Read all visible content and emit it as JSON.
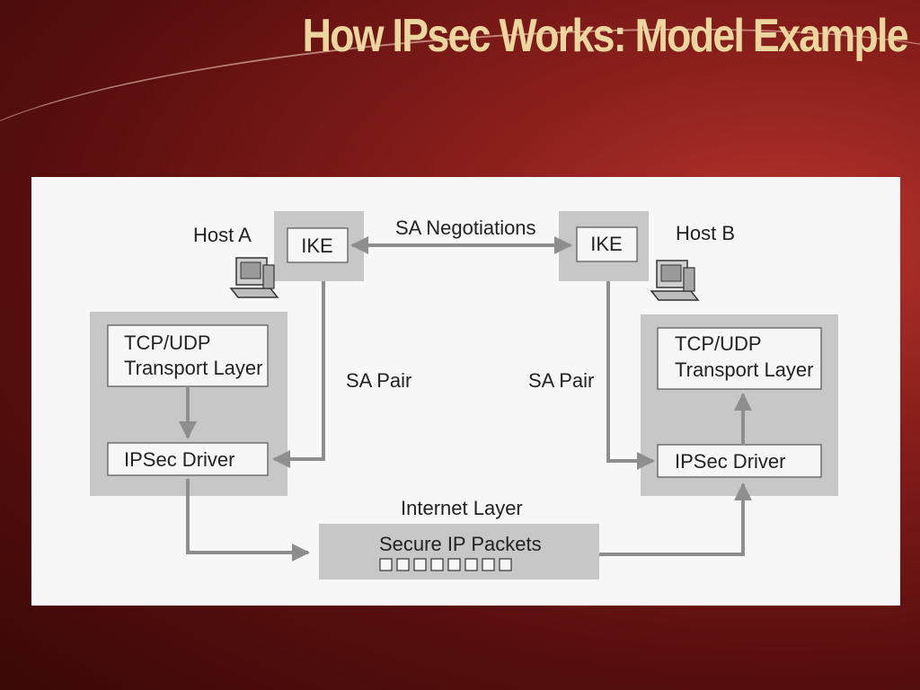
{
  "slide": {
    "title": "How IPsec Works: Model Example"
  },
  "diagram": {
    "host_a": {
      "label": "Host A",
      "ike": "IKE",
      "transport": [
        "TCP/UDP",
        "Transport Layer"
      ],
      "driver": "IPSec Driver"
    },
    "host_b": {
      "label": "Host B",
      "ike": "IKE",
      "transport": [
        "TCP/UDP",
        "Transport Layer"
      ],
      "driver": "IPSec Driver"
    },
    "sa_negotiations": "SA Negotiations",
    "sa_pair_left": "SA Pair",
    "sa_pair_right": "SA Pair",
    "internet_layer": "Internet Layer",
    "secure_packets": "Secure IP Packets",
    "packet_count": 8,
    "icons": [
      "computer-icon"
    ],
    "colors": {
      "box_shadow": "#c7c7c7",
      "box_fill": "#f7f7f7",
      "arrow": "#8e8e8e"
    }
  }
}
